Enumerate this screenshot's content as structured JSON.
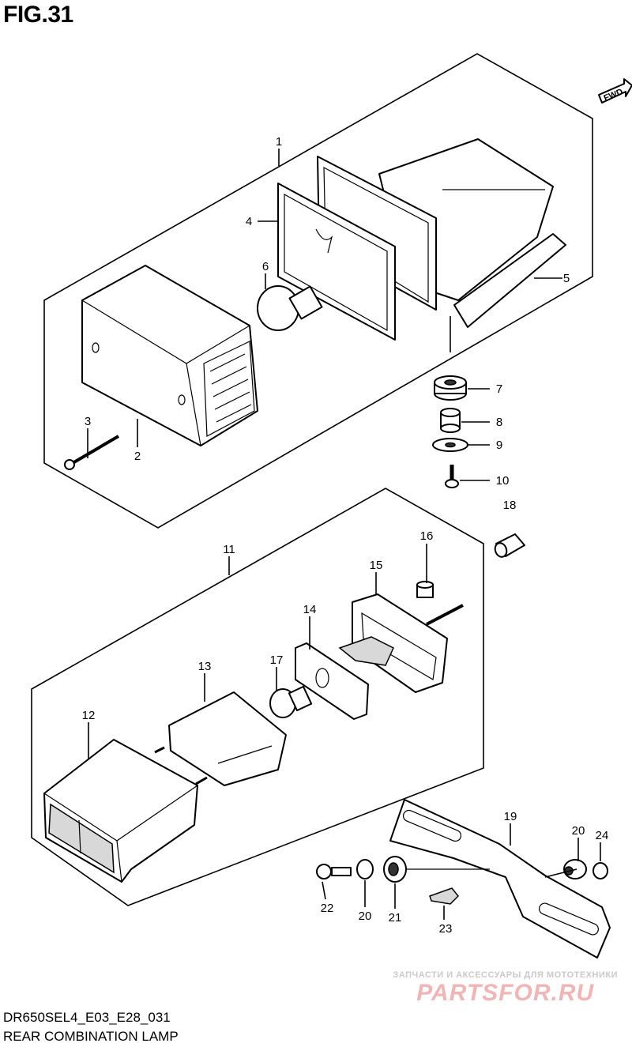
{
  "figure": {
    "title": "FIG.31"
  },
  "fwd_arrow": {
    "label": "FWD",
    "icon": "fwd-arrow-icon"
  },
  "callouts": {
    "c1": "1",
    "c2": "2",
    "c3": "3",
    "c4": "4",
    "c5": "5",
    "c6": "6",
    "c7": "7",
    "c8": "8",
    "c9": "9",
    "c10": "10",
    "c11": "11",
    "c12": "12",
    "c13": "13",
    "c14": "14",
    "c15": "15",
    "c16": "16",
    "c17": "17",
    "c18": "18",
    "c19": "19",
    "c20a": "20",
    "c20b": "20",
    "c21": "21",
    "c22": "22",
    "c23": "23",
    "c24": "24"
  },
  "watermark": {
    "tagline": "ЗАПЧАСТИ И АКСЕССУАРЫ ДЛЯ МОТОТЕХНИКИ",
    "brand": "PARTSFOR.RU"
  },
  "footer": {
    "code": "DR650SEL4_E03_E28_031",
    "name": "REAR COMBINATION LAMP"
  }
}
